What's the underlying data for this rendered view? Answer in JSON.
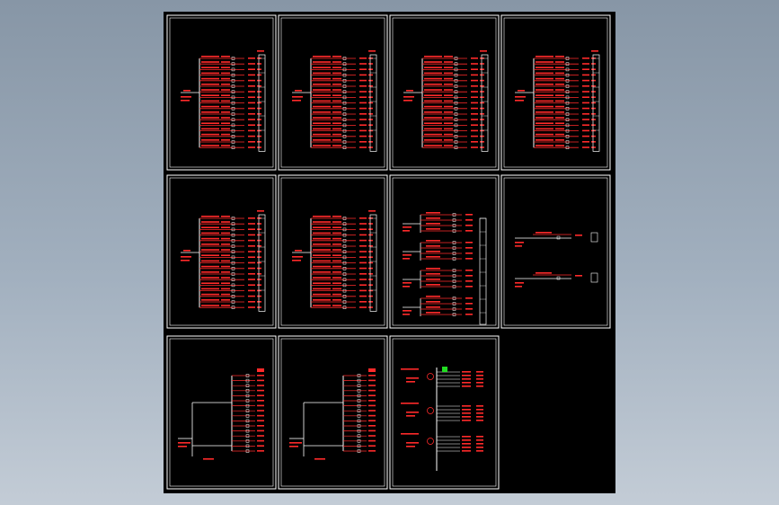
{
  "viewport": {
    "background_top": "#8796a6",
    "background_bottom": "#c3ccd6",
    "canvas_color": "#000000"
  },
  "colors": {
    "frame": "#ffffff",
    "text": "#ff2a2a",
    "wire": "#ffffff",
    "highlight": "#22dd22"
  },
  "sheets": [
    {
      "type": "distribution-board"
    },
    {
      "type": "distribution-board"
    },
    {
      "type": "distribution-board"
    },
    {
      "type": "distribution-board"
    },
    {
      "type": "distribution-board"
    },
    {
      "type": "distribution-board"
    },
    {
      "type": "multi-board"
    },
    {
      "type": "small-board"
    },
    {
      "type": "wide-board"
    },
    {
      "type": "wide-board"
    },
    {
      "type": "riser"
    }
  ]
}
